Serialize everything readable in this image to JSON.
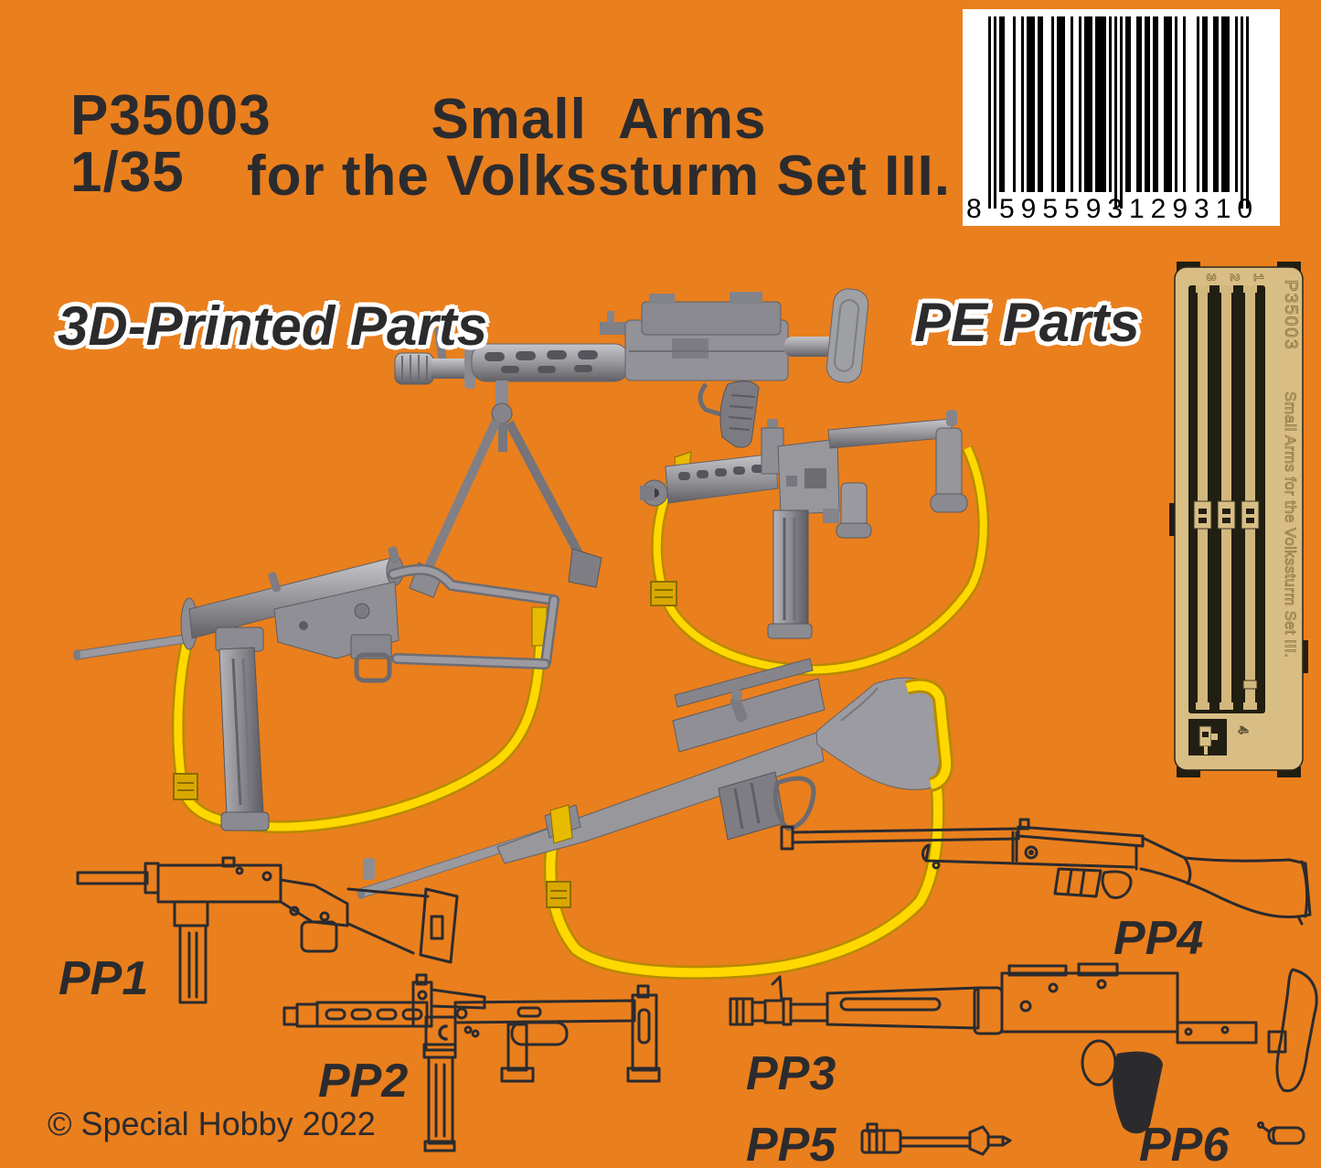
{
  "header": {
    "code": "P35003",
    "scale": "1/35",
    "title_line1": "Small  Arms",
    "title_line2": "for the Volkssturm Set III."
  },
  "barcode": {
    "value": "8595593129310",
    "left_digit": "8",
    "group1": "595593",
    "group2": "129310"
  },
  "labels": {
    "printed": "3D-Printed Parts",
    "pe": "PE Parts"
  },
  "fret": {
    "code": "P35003",
    "title": "Small Arms for the Volkssturm Set III.",
    "straps": [
      "1",
      "2",
      "3"
    ],
    "extra_part": "4"
  },
  "parts": {
    "pp1": "PP1",
    "pp2": "PP2",
    "pp3": "PP3",
    "pp4": "PP4",
    "pp5": "PP5",
    "pp6": "PP6"
  },
  "footer": {
    "copyright": "© Special Hobby 2022"
  },
  "colors": {
    "background": "#EA7F1D",
    "text": "#2B2B2E",
    "label_outline": "#FFFFFF",
    "gun_gray": "#97979C",
    "sling_yellow": "#FFD800",
    "fret_brass": "#D8BE84",
    "fret_void": "#211E12",
    "barcode_bg": "#FFFFFF"
  }
}
